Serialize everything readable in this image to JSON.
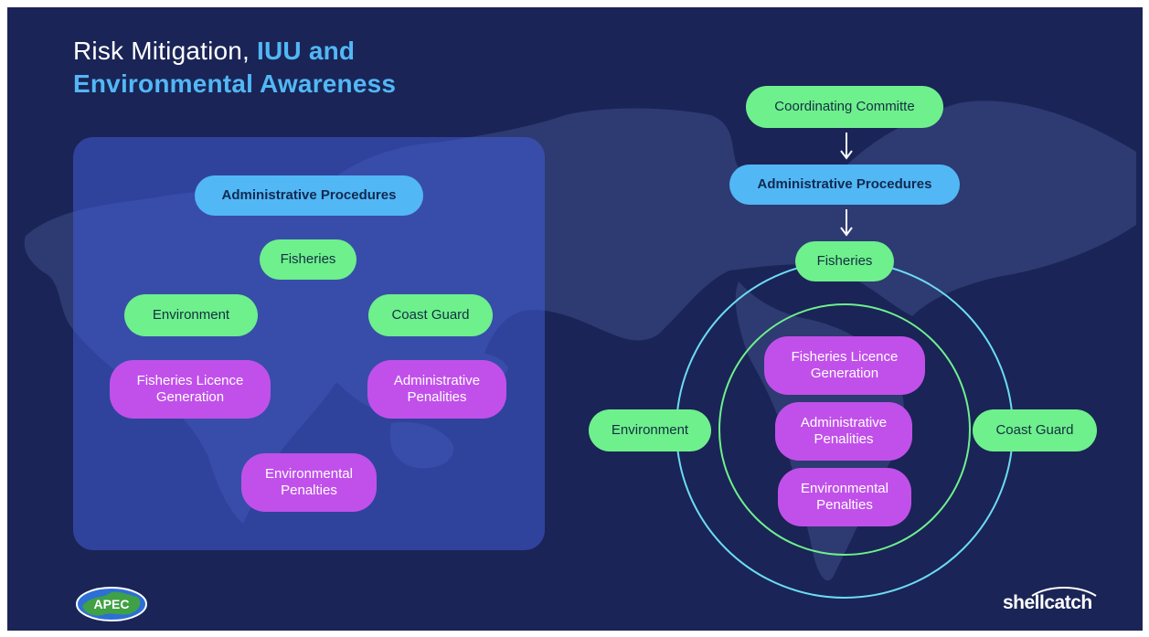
{
  "title": {
    "part1": "Risk Mitigation, ",
    "part2": "IUU and",
    "part3": "Environmental Awareness"
  },
  "left_diagram": {
    "administrative_procedures": "Administrative Procedures",
    "fisheries": "Fisheries",
    "environment": "Environment",
    "coast_guard": "Coast Guard",
    "fisheries_licence_line1": "Fisheries Licence",
    "fisheries_licence_line2": "Generation",
    "administrative_penalities_line1": "Administrative",
    "administrative_penalities_line2": "Penalities",
    "environmental_penalties_line1": "Environmental",
    "environmental_penalties_line2": "Penalties"
  },
  "right_diagram": {
    "coordinating_committe": "Coordinating Committe",
    "administrative_procedures": "Administrative  Procedures",
    "fisheries": "Fisheries",
    "environment": "Environment",
    "coast_guard": "Coast Guard",
    "fisheries_licence_line1": "Fisheries Licence",
    "fisheries_licence_line2": "Generation",
    "administrative_penalities_line1": "Administrative",
    "administrative_penalities_line2": "Penalities",
    "environmental_penalties_line1": "Environmental",
    "environmental_penalties_line2": "Penalties"
  },
  "logos": {
    "apec": "APEC",
    "shellcatch": "shellcatch"
  },
  "colors": {
    "background": "#1a2456",
    "green": "#6ef08d",
    "blue": "#52b7f5",
    "purple": "#c150ea",
    "outer_ring": "#6cdbf0",
    "inner_ring": "#6ef08d"
  }
}
